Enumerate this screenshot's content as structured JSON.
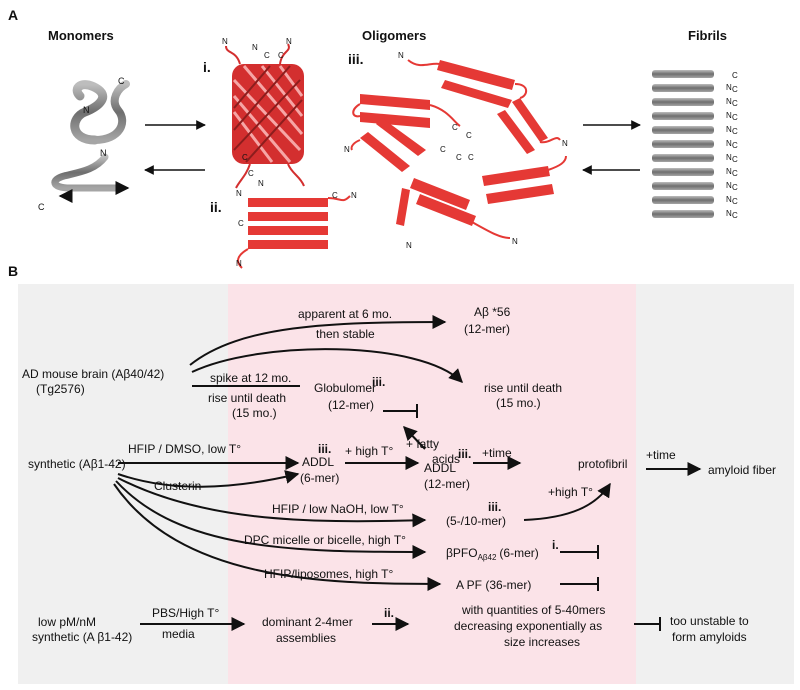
{
  "panelA": {
    "label": "A",
    "headers": {
      "monomers": "Monomers",
      "oligomers": "Oligomers",
      "fibrils": "Fibrils"
    },
    "roman": {
      "i": "i.",
      "ii": "ii.",
      "iii": "iii."
    },
    "terminal": {
      "n": "N",
      "c": "C"
    }
  },
  "panelB": {
    "label": "B",
    "sources": {
      "ad_brain": "AD mouse brain (Aβ40/42)",
      "tg": "(Tg2576)",
      "synthetic": "synthetic (Aβ1-42)",
      "lowpm1": "low pM/nM",
      "lowpm2": "synthetic (A β1-42)"
    },
    "conditions": {
      "apparent": "apparent at 6 mo.",
      "then_stable": "then stable",
      "spike": "spike at 12 mo.",
      "rise1": "rise until death",
      "rise1b": "(15 mo.)",
      "rise2": "rise until death",
      "rise2b": "(15 mo.)",
      "hfip_dmso": "HFIP / DMSO, low T°",
      "clusterin": "Clusterin",
      "high_t": "+ high T°",
      "fatty1": "+ fatty",
      "fatty2": "acids",
      "time1": "+time",
      "time2": "+time",
      "hfip_naoh": "HFIP / low NaOH, low T°",
      "plus_high_t": "+high T°",
      "dpc": "DPC micelle or bicelle, high T°",
      "liposomes": "HFIP/liposomes, high T°",
      "pbs": "PBS/High T°",
      "media": "media"
    },
    "species": {
      "ab56_1": "Aβ *56",
      "ab56_2": "(12-mer)",
      "glob_1": "Globulomer",
      "glob_2": "(12-mer)",
      "addl6_1": "ADDL",
      "addl6_2": "(6-mer)",
      "addl12_1": "ADDL",
      "addl12_2": "(12-mer)",
      "protofibril": "protofibril",
      "amyloid": "amyloid fiber",
      "mer510": "(5-/10-mer)",
      "bpfo": "βPFO",
      "bpfo_sub": "Aβ42",
      "bpfo_mer": "(6-mer)",
      "apf": "A PF (36-mer)",
      "dom1": "dominant 2-4mer",
      "dom2": "assemblies",
      "quant1": "with quantities of 5-40mers",
      "quant2": "decreasing exponentially as",
      "quant3": "size increases",
      "unstable1": "too unstable to",
      "unstable2": "form amyloids"
    },
    "roman": {
      "i": "i.",
      "ii": "ii.",
      "iii": "iii."
    }
  },
  "colors": {
    "oligomer_red": "#e53935",
    "fibril_gray": "#8a8a8a",
    "pink_band": "#fbe3e8",
    "gray_box": "#f0f0f0"
  }
}
